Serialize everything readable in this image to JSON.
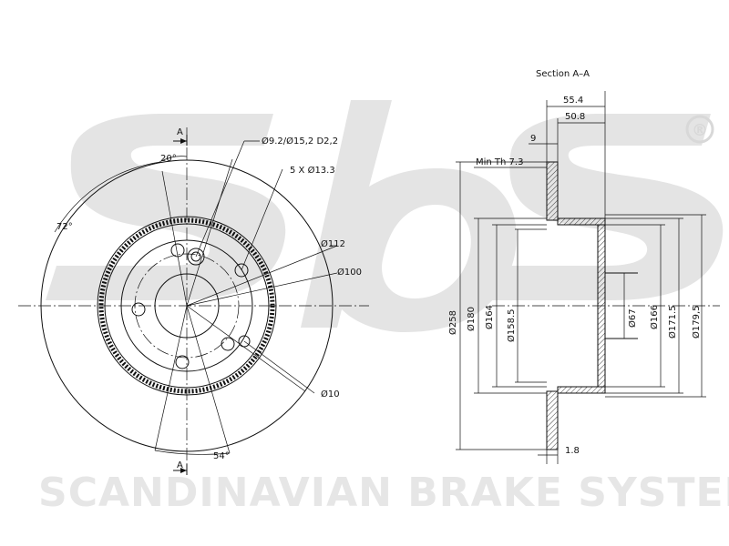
{
  "brand": {
    "watermark": "sbs",
    "registered_mark": "®",
    "tagline": "SCANDINAVIAN BRAKE SYSTEMS"
  },
  "front_view": {
    "section_marker_top": "A",
    "section_marker_bottom": "A",
    "angle_20": "20°",
    "angle_72": "72°",
    "angle_54": "54°",
    "hole_callout": "Ø9.2/Ø15,2 D2,2",
    "bolt_holes": "5 X Ø13.3",
    "bolt_circle": "Ø112",
    "hub_diameter": "Ø100",
    "small_hole": "Ø10"
  },
  "section_view": {
    "title": "Section A–A",
    "dim_55_4": "55.4",
    "dim_50_8": "50.8",
    "dim_9": "9",
    "min_thickness": "Min Th  7.3",
    "dim_1_8": "1.8",
    "d258": "Ø258",
    "d180": "Ø180",
    "d164": "Ø164",
    "d158_5": "Ø158.5",
    "d67": "Ø67",
    "d166": "Ø166",
    "d171_5": "Ø171.5",
    "d179_5": "Ø179,5"
  },
  "colors": {
    "line": "#111111",
    "watermark": "#e4e4e4",
    "background": "#ffffff"
  }
}
